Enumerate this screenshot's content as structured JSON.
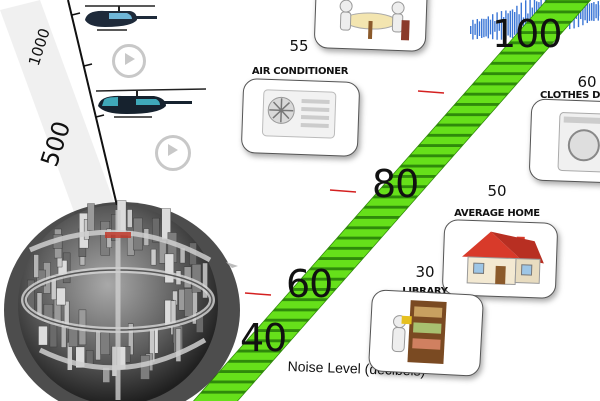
{
  "scale": {
    "label": "Noise Level (decibels)",
    "ticks": [
      "40",
      "60",
      "80",
      "100"
    ]
  },
  "altitude": {
    "ticks": [
      "1000",
      "500"
    ]
  },
  "cards": [
    {
      "value": "55",
      "label": "AIR CONDITIONER",
      "icon": "air-conditioner"
    },
    {
      "value": "60",
      "label": "CLOTHES D",
      "icon": "clothes-dryer"
    },
    {
      "value": "50",
      "label": "AVERAGE HOME",
      "icon": "house"
    },
    {
      "value": "30",
      "label": "LIBRARY",
      "icon": "library"
    },
    {
      "value": "",
      "label": "",
      "icon": "restaurant"
    }
  ],
  "colors": {
    "meter_green": "#66e01a",
    "meter_dark": "#2f8a0a",
    "wave_blue": "#1a5fd0",
    "tick_red": "#d42020",
    "house_roof": "#d83a2a"
  }
}
